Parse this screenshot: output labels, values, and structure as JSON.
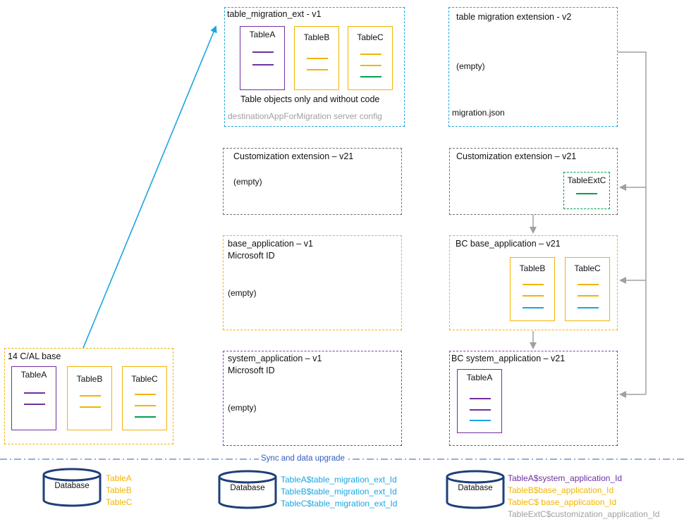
{
  "colors": {
    "blue": "#1aa6e0",
    "gray": "#707070",
    "orange": "#f4b400",
    "purple": "#7030a0",
    "green": "#00a050",
    "arrow_gray": "#a0a0a0"
  },
  "cal_base": {
    "title": "14 C/AL base",
    "tables": [
      "TableA",
      "TableB",
      "TableC"
    ]
  },
  "table_migration_ext": {
    "title": "table_migration_ext - v1",
    "tables": [
      "TableA",
      "TableB",
      "TableC"
    ],
    "note": "Table objects only and without code",
    "config_note": "destinationAppForMigration server config"
  },
  "table_migration_extension_v2": {
    "title": "table migration extension  - v2",
    "empty": "(empty)",
    "file": "migration.json"
  },
  "customization_v21_left": {
    "title": "Customization extension – v21",
    "empty": "(empty)"
  },
  "customization_v21_right": {
    "title": "Customization extension – v21",
    "table": "TableExtC"
  },
  "base_application_v1": {
    "title": "base_application – v1",
    "subtitle": "Microsoft ID",
    "empty": "(empty)"
  },
  "bc_base_application_v21": {
    "title": "BC base_application – v21",
    "tables": [
      "TableB",
      "TableC"
    ]
  },
  "system_application_v1": {
    "title": "system_application – v1",
    "subtitle": "Microsoft ID",
    "empty": "(empty)"
  },
  "bc_system_application_v21": {
    "title": "BC system_application – v21",
    "table": "TableA"
  },
  "sync_label": "Sync and data upgrade",
  "databases": [
    {
      "label": "Database",
      "entries": [
        "TableA",
        "TableB",
        "TableC"
      ]
    },
    {
      "label": "Database",
      "entries": [
        "TableA$table_migration_ext_Id",
        "TableB$table_migration_ext_Id",
        "TableC$table_migration_ext_Id"
      ]
    },
    {
      "label": "Database",
      "entries": [
        "TableA$system_application_Id",
        "TableB$base_application_Id",
        "TableC$ base_application_Id",
        "TableExtC$customization_application_Id"
      ]
    }
  ]
}
